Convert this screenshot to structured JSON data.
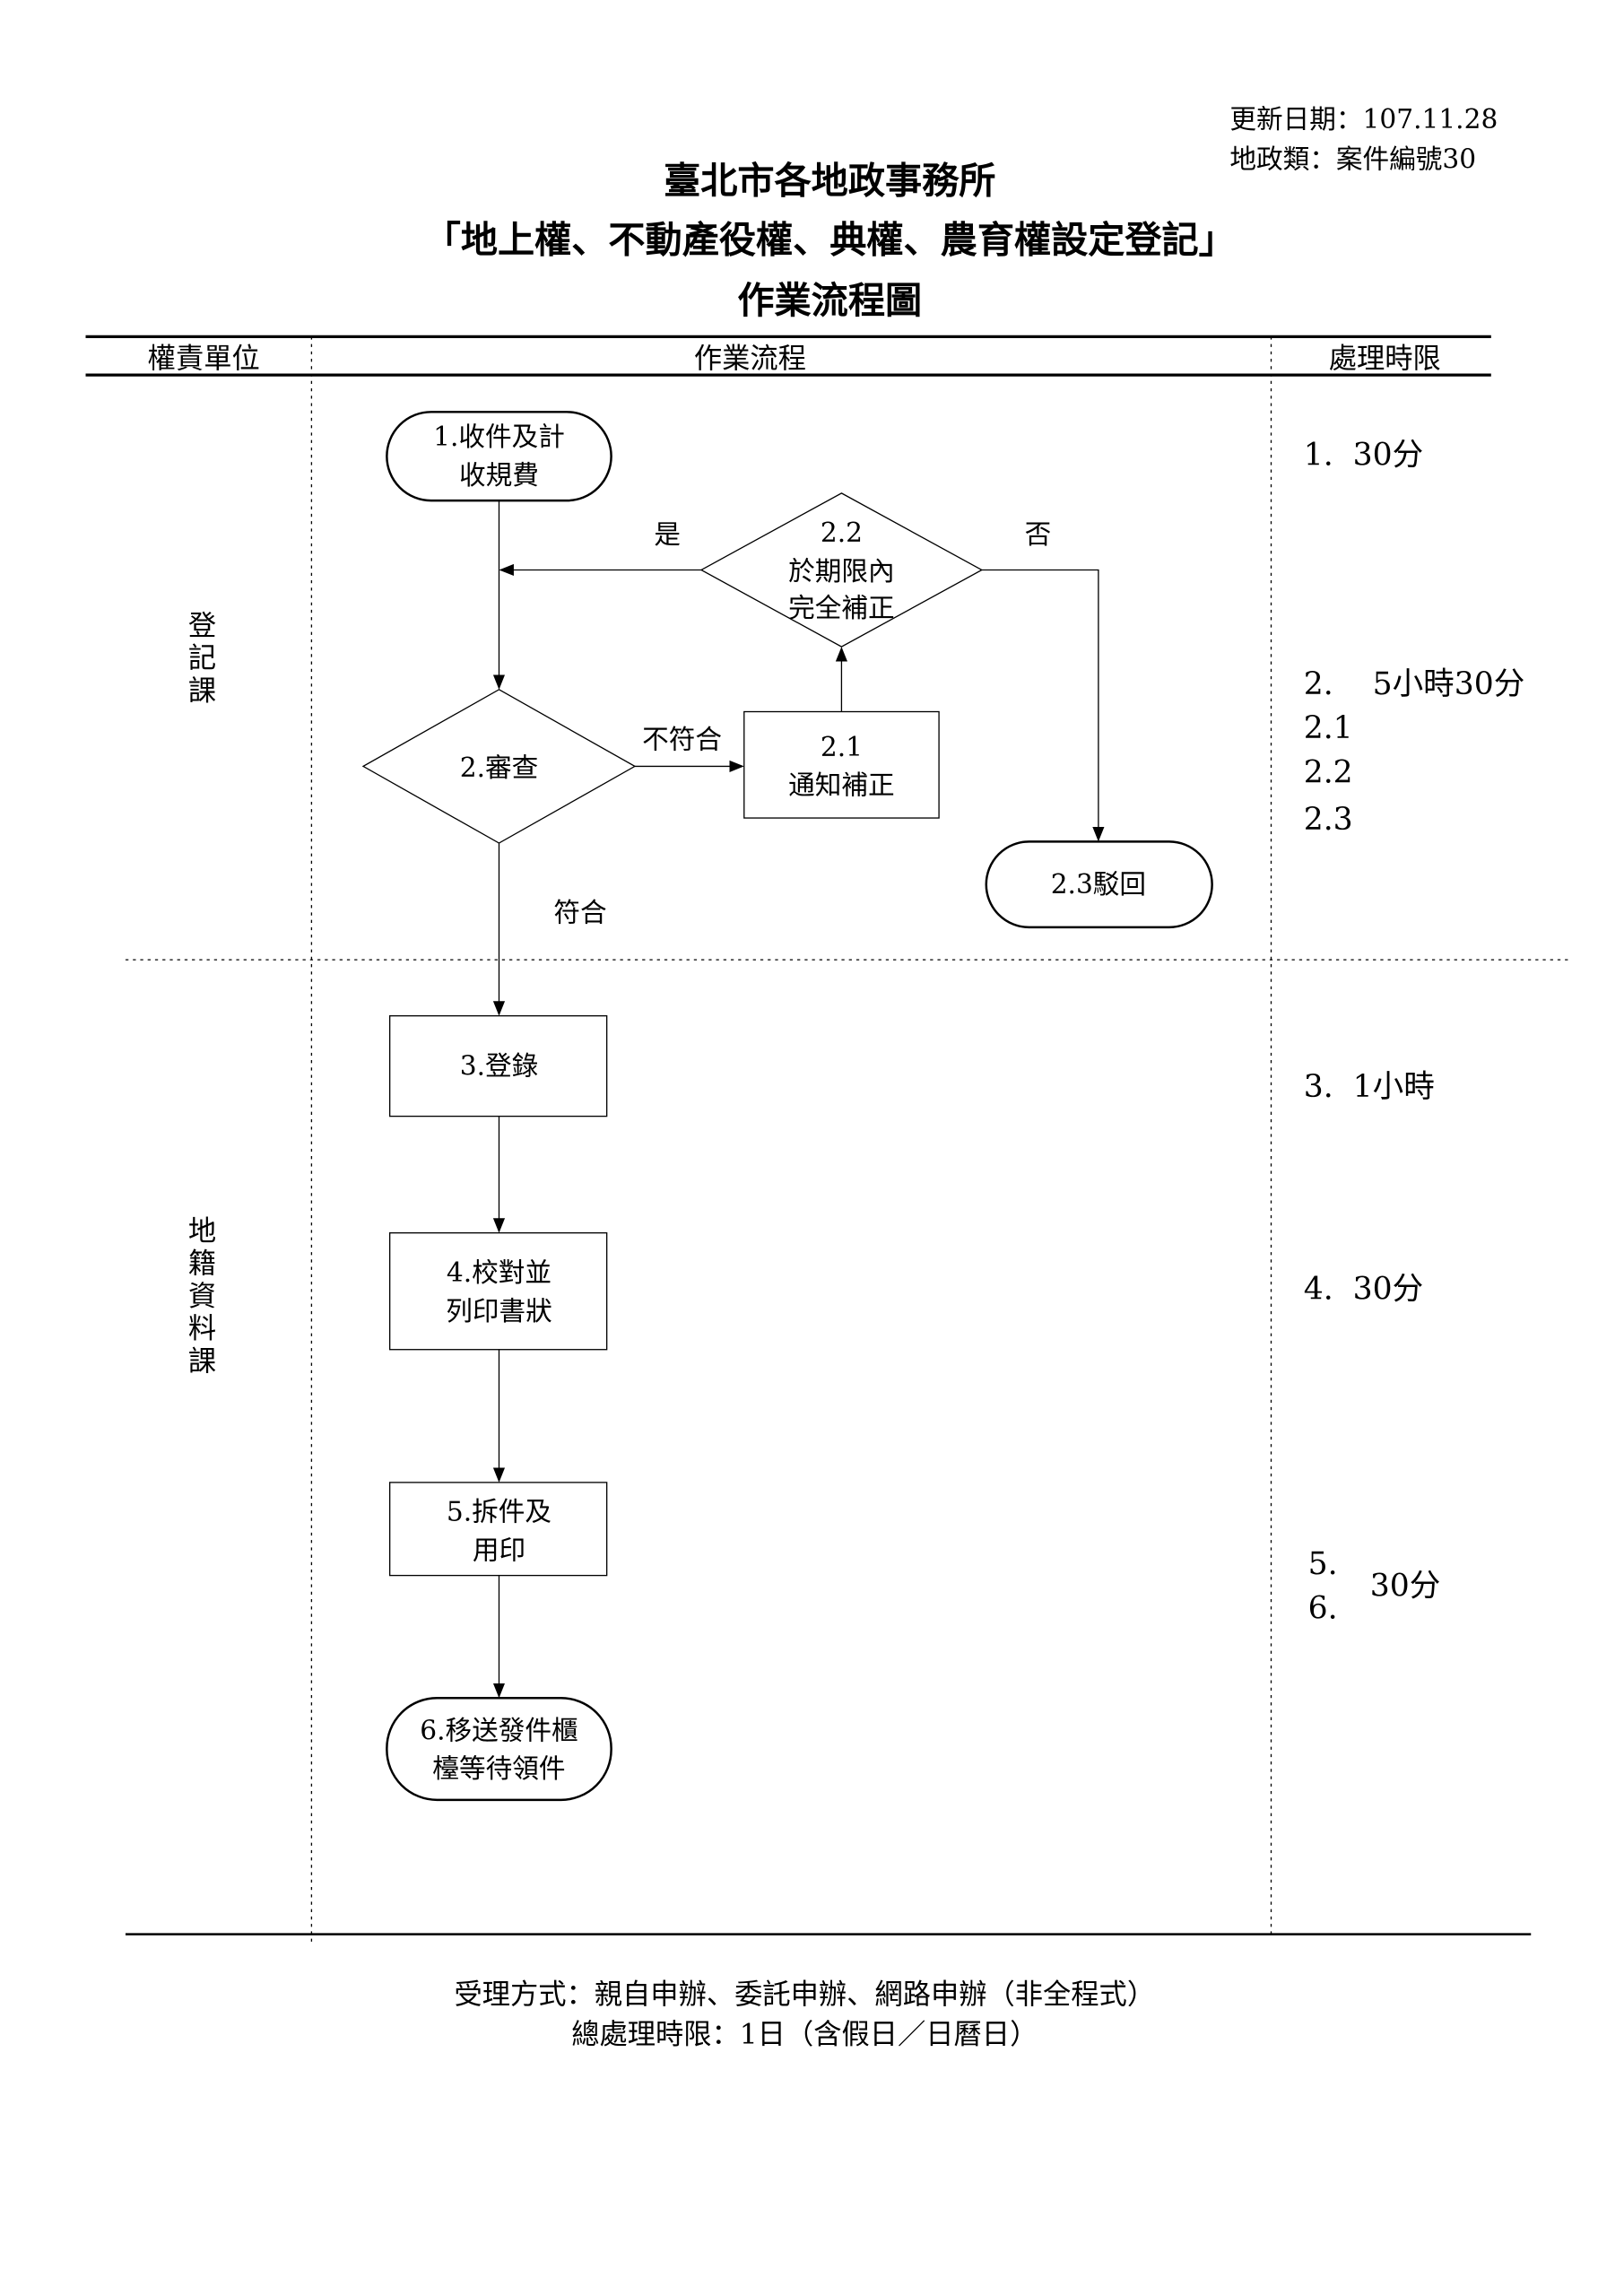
{
  "meta": {
    "updated": "更新日期：107.11.28",
    "case_no": "地政類：案件編號30"
  },
  "title": {
    "line1": "臺北市各地政事務所",
    "line2": "「地上權、不動產役權、典權、農育權設定登記」",
    "line3": "作業流程圖"
  },
  "table_header": {
    "unit": "權責單位",
    "process": "作業流程",
    "time_limit": "處理時限"
  },
  "units": [
    {
      "chars": [
        "登",
        "記",
        "課"
      ]
    },
    {
      "chars": [
        "地",
        "籍",
        "資",
        "料",
        "課"
      ]
    }
  ],
  "flow": {
    "step1": [
      "1.收件及計",
      "收規費"
    ],
    "step2": "2.審查",
    "step2_1": [
      "2.1",
      "通知補正"
    ],
    "step2_2": [
      "2.2",
      "於期限內",
      "完全補正"
    ],
    "step2_3": "2.3駁回",
    "step3": "3.登錄",
    "step4": [
      "4.校對並",
      "列印書狀"
    ],
    "step5": [
      "5.拆件及",
      "用印"
    ],
    "step6": [
      "6.移送發件櫃",
      "檯等待領件"
    ],
    "labels": {
      "yes": "是",
      "no": "否",
      "not_match": "不符合",
      "match": "符合"
    }
  },
  "time_limits": {
    "t1": "1.  30分",
    "t2": "2.    5小時30分",
    "t2_1": "2.1",
    "t2_2": "2.2",
    "t2_3": "2.3",
    "t3": "3.  1小時",
    "t4": "4.  30分",
    "t5": "5.",
    "t6": "6.",
    "t56": "30分"
  },
  "footer": {
    "method": "受理方式：親自申辦、委託申辦、網路申辦（非全程式）",
    "total": "總處理時限：1日（含假日／日曆日）"
  }
}
